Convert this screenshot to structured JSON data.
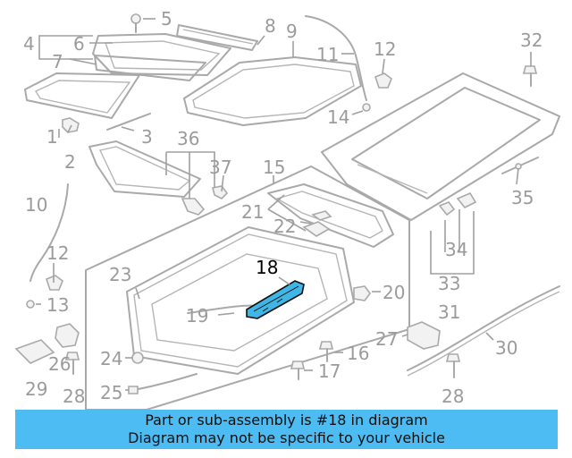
{
  "callouts": {
    "c1": "1",
    "c2": "2",
    "c3": "3",
    "c4": "4",
    "c5": "5",
    "c6": "6",
    "c7": "7",
    "c8": "8",
    "c9": "9",
    "c10": "10",
    "c11": "11",
    "c12a": "12",
    "c12b": "12",
    "c13": "13",
    "c14": "14",
    "c15": "15",
    "c16": "16",
    "c17": "17",
    "c18": "18",
    "c19": "19",
    "c20": "20",
    "c21": "21",
    "c22": "22",
    "c23": "23",
    "c24": "24",
    "c25": "25",
    "c26": "26",
    "c27": "27",
    "c28a": "28",
    "c28b": "28",
    "c29": "29",
    "c30": "30",
    "c31": "31",
    "c32": "32",
    "c33": "33",
    "c34": "34",
    "c35": "35",
    "c36": "36",
    "c37": "37"
  },
  "highlight": {
    "part_number": "18",
    "color": "#3fb6e6"
  },
  "banner": {
    "line1": "Part or sub-assembly is #18 in diagram",
    "line2": "Diagram may not be specific to your vehicle",
    "background": "#4dbcf2"
  }
}
